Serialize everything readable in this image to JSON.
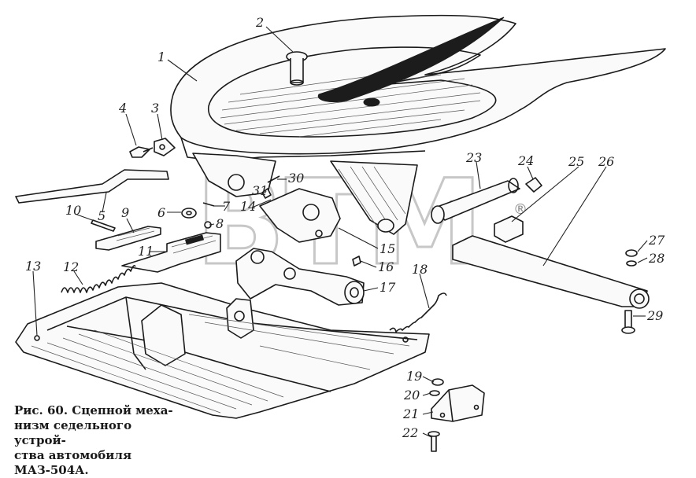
{
  "caption": "Рис. 60. Сцепной меха-\nнизм седельного устрой-\nства автомобиля\nМАЗ-504А.",
  "watermark": "BTM",
  "watermark_reg": "®",
  "callouts": [
    {
      "id": "c1",
      "text": "1"
    },
    {
      "id": "c2",
      "text": "2"
    },
    {
      "id": "c3",
      "text": "3"
    },
    {
      "id": "c4",
      "text": "4"
    },
    {
      "id": "c5",
      "text": "5"
    },
    {
      "id": "c6",
      "text": "6"
    },
    {
      "id": "c7",
      "text": "7"
    },
    {
      "id": "c8",
      "text": "8"
    },
    {
      "id": "c9",
      "text": "9"
    },
    {
      "id": "c10",
      "text": "10"
    },
    {
      "id": "c11",
      "text": "11"
    },
    {
      "id": "c12",
      "text": "12"
    },
    {
      "id": "c13",
      "text": "13"
    },
    {
      "id": "c14",
      "text": "14"
    },
    {
      "id": "c15",
      "text": "15"
    },
    {
      "id": "c16",
      "text": "16"
    },
    {
      "id": "c17",
      "text": "17"
    },
    {
      "id": "c18",
      "text": "18"
    },
    {
      "id": "c19",
      "text": "19"
    },
    {
      "id": "c20",
      "text": "20"
    },
    {
      "id": "c21",
      "text": "21"
    },
    {
      "id": "c22",
      "text": "22"
    },
    {
      "id": "c23",
      "text": "23"
    },
    {
      "id": "c24",
      "text": "24"
    },
    {
      "id": "c25",
      "text": "25"
    },
    {
      "id": "c26",
      "text": "26"
    },
    {
      "id": "c27",
      "text": "27"
    },
    {
      "id": "c28",
      "text": "28"
    },
    {
      "id": "c29",
      "text": "29"
    },
    {
      "id": "c30",
      "text": "30"
    },
    {
      "id": "c31",
      "text": "31"
    }
  ]
}
